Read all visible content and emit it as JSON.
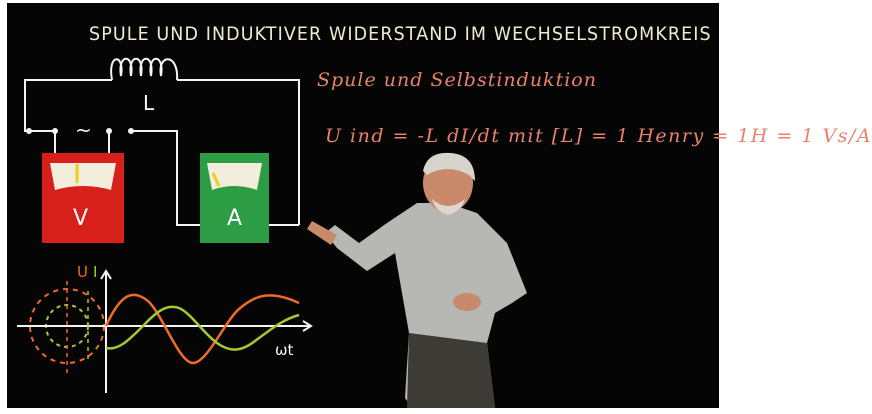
{
  "board": {
    "title": "SPULE UND INDUKTIVER WIDERSTAND IM WECHSELSTROMKREIS",
    "subtitle": "Spule und Selbstinduktion",
    "formula": "U ind = -L dI/dt  mit  [L] = 1 Henry = 1H = 1 Vs/A"
  },
  "circuit": {
    "coil_label": "L",
    "source_symbol": "~",
    "voltmeter_label": "V",
    "ammeter_label": "A"
  },
  "phase_diagram": {
    "u_label": "U",
    "i_label": "I",
    "x_label": "ωt"
  },
  "colors": {
    "chalk_white": "#f4f4f4",
    "chalk_orange": "#e8826c",
    "voltmeter_red": "#d8201a",
    "ammeter_green": "#2c9d45",
    "u_curve": "#f06a2a",
    "i_curve": "#a8c832"
  }
}
